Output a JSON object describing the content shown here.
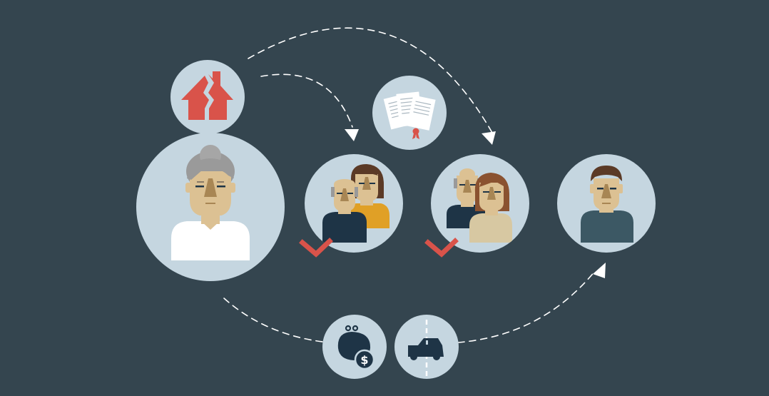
{
  "colors": {
    "background": "#34454f",
    "circle": "#c5d6e0",
    "arrow": "#ffffff",
    "house": "#d9534a",
    "check": "#d9534a",
    "navy": "#1e3446",
    "skin": "#dcc193",
    "skin_shadow": "#a88654",
    "hair_brown": "#5b3a26",
    "hair_grey": "#9a9a9a",
    "shirt_orange": "#e0a026",
    "shirt_tan": "#d7c8a2",
    "shirt_white": "#ffffff",
    "shirt_teal": "#3c5864"
  },
  "nodes": [
    {
      "id": "elderly-woman",
      "icon": "elderly-woman-icon",
      "role": "person"
    },
    {
      "id": "broken-house",
      "icon": "broken-house-icon",
      "role": "asset"
    },
    {
      "id": "couple-left",
      "icon": "couple-icon",
      "role": "heirs",
      "check": true
    },
    {
      "id": "documents",
      "icon": "certificate-documents-icon",
      "role": "document"
    },
    {
      "id": "couple-right",
      "icon": "couple-icon",
      "role": "heirs",
      "check": true
    },
    {
      "id": "young-man",
      "icon": "young-man-icon",
      "role": "person"
    },
    {
      "id": "money-purse",
      "icon": "money-purse-dollar-icon",
      "role": "asset"
    },
    {
      "id": "car",
      "icon": "car-icon",
      "role": "asset"
    }
  ],
  "flows": [
    {
      "from": "elderly-woman",
      "to": "couple-right",
      "style": "dashed-arrow"
    },
    {
      "from": "broken-house",
      "to": "couple-left",
      "style": "dashed-arrow"
    },
    {
      "from": "elderly-woman",
      "to": "young-man",
      "via": [
        "money-purse",
        "car"
      ],
      "style": "dashed-arrow"
    }
  ]
}
